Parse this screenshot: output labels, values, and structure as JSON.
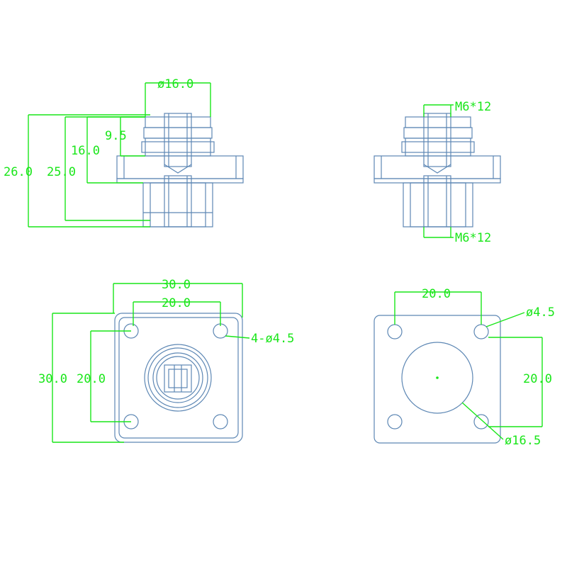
{
  "colors": {
    "part_line": "#5d87b4",
    "dimension_line": "#19e619",
    "background": "#ffffff"
  },
  "front_view": {
    "top_diameter": "ø16.0",
    "height_total": "26.0",
    "height_body": "25.0",
    "height_upper": "16.0",
    "height_top": "9.5"
  },
  "side_view": {
    "thread_top": "M6*12",
    "thread_bottom": "M6*12"
  },
  "top_view": {
    "width_outer": "30.0",
    "width_holes": "20.0",
    "height_outer": "30.0",
    "height_holes": "20.0",
    "hole_callout": "4-ø4.5"
  },
  "bottom_view": {
    "width_holes": "20.0",
    "hole_diameter": "ø4.5",
    "height_holes": "20.0",
    "center_diameter": "ø16.5"
  }
}
